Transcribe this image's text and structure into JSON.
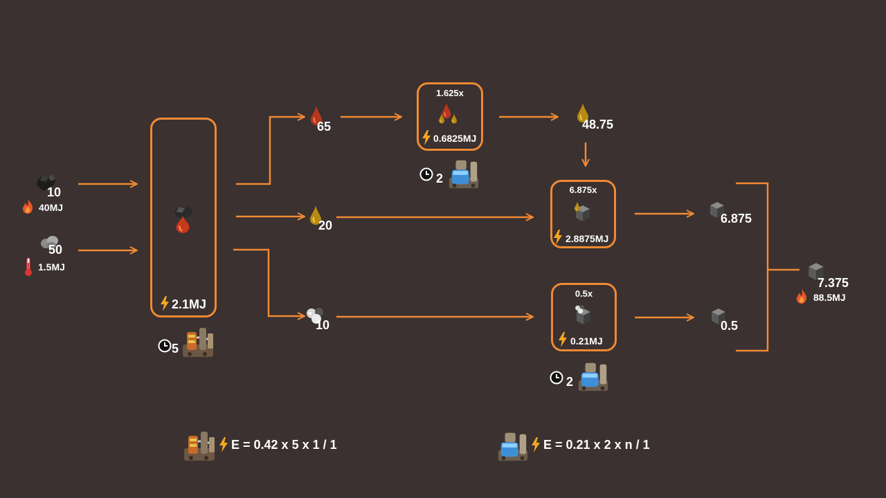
{
  "inputs": [
    {
      "item": "coal",
      "amount": "10",
      "stat_icon": "flame-icon",
      "stat": "40MJ"
    },
    {
      "item": "stone",
      "amount": "50",
      "stat_icon": "thermometer-icon",
      "stat": "1.5MJ"
    }
  ],
  "liquefaction": {
    "energy": "2.1MJ",
    "time": "5",
    "machine_icon": "oil-refinery-icon"
  },
  "products": {
    "heavy_oil": {
      "amount": "65"
    },
    "light_oil": {
      "amount": "20"
    },
    "gas": {
      "amount": "10"
    }
  },
  "cracking": {
    "multiplier": "1.625x",
    "energy": "0.6825MJ",
    "time": "2",
    "machine_icon": "chemical-plant-icon",
    "output": "48.75"
  },
  "solid_fuel_light": {
    "multiplier": "6.875x",
    "energy": "2.8875MJ",
    "output": "6.875"
  },
  "solid_fuel_gas": {
    "multiplier": "0.5x",
    "energy": "0.21MJ",
    "time": "2",
    "machine_icon": "chemical-plant-icon",
    "output": "0.5"
  },
  "total": {
    "amount": "7.375",
    "stat_icon": "flame-icon",
    "stat": "88.5MJ"
  },
  "formulas": [
    {
      "machine_icon": "oil-refinery-icon",
      "text": "E = 0.42 x 5 x 1 / 1"
    },
    {
      "machine_icon": "chemical-plant-icon",
      "text": "E = 0.21 x 2 x n / 1"
    }
  ],
  "colors": {
    "wire": "#f08a34",
    "background": "#3a3130",
    "energy": "#f5a623"
  }
}
